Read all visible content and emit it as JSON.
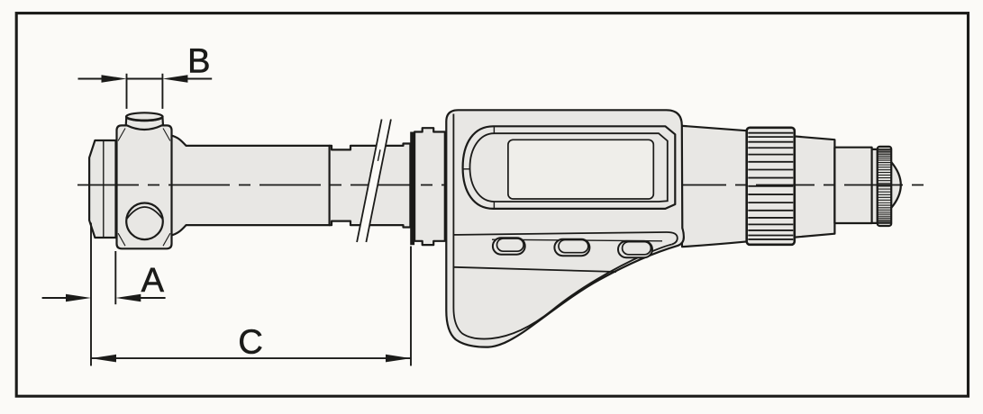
{
  "figure": {
    "type": "technical-line-drawing",
    "subject": "digital inside micrometer"
  },
  "dimensions": {
    "b": {
      "label": "B"
    },
    "a": {
      "label": "A"
    },
    "c": {
      "label": "C"
    }
  },
  "colors": {
    "background": "#fbfaf7",
    "line": "#1b1b19",
    "part_fill": "#e8e7e4",
    "lcd_fill": "#efeeea",
    "clamp_band": "#1a1a18"
  }
}
